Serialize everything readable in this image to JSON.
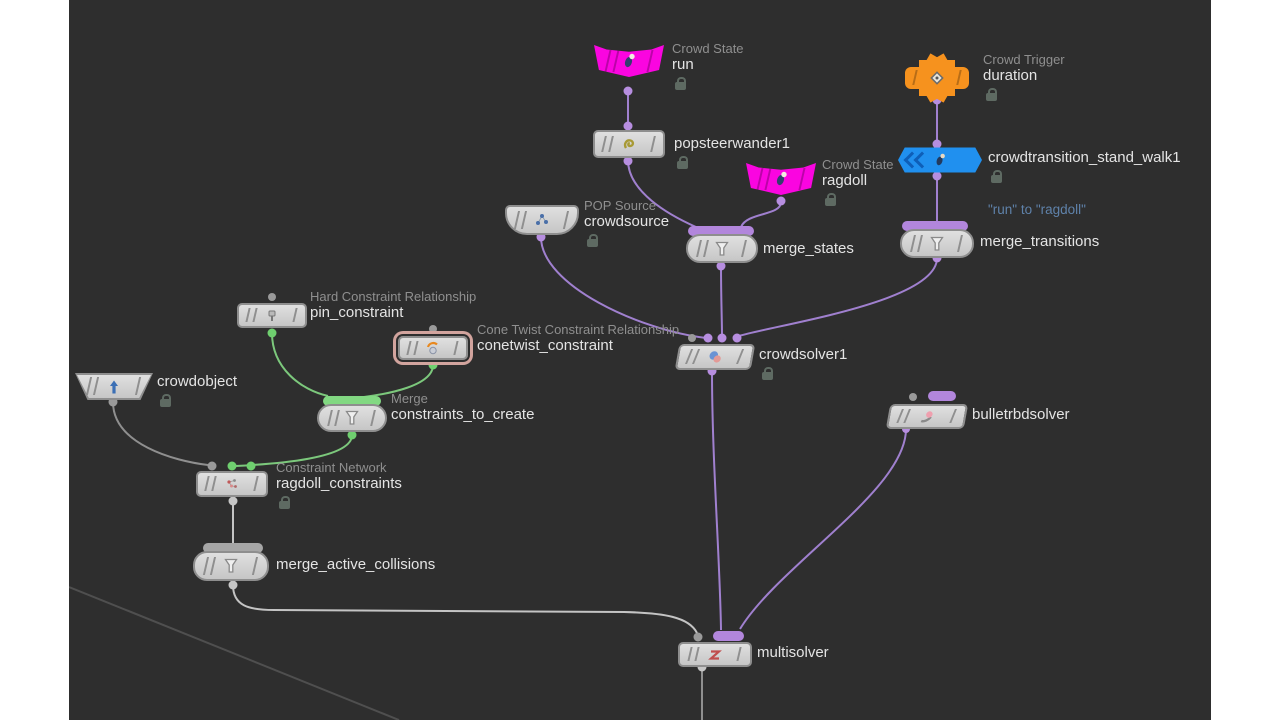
{
  "editor": {
    "kind": "node-network-editor",
    "background": "#2e2e2e",
    "page_background": "#ffffff"
  },
  "colors": {
    "wire_purple": "#a080cf",
    "wire_green": "#7cc87c",
    "wire_gray": "#8f8f8f",
    "wire_light": "#c4c4c4",
    "wire_faint": "#4f4f4f",
    "dot_purple": "#b78ee0",
    "dot_green": "#6fcf6f",
    "dot_gray": "#9a9a9a",
    "node_body_gray": "#d2d2d2",
    "crowd_state_magenta": "#fa05e0",
    "crowd_trigger_orange": "#f6921e",
    "crowd_transition_blue": "#2090ef",
    "selection_ring": "#d2a49e",
    "type_label_gray": "#8f8f8f",
    "name_label": "#e4e4e4",
    "comment_blue": "#5f82aa"
  },
  "icons": {
    "run": "running-person-icon",
    "ragdoll": "running-person-icon",
    "duration": "trigger-diamond-icon",
    "crowdtransition": "transition-person-icon",
    "popsteerwander1": "wander-swirl-icon",
    "crowdsource": "source-points-icon",
    "merge": "funnel-icon",
    "crowdsolver1": "crowd-solver-icon",
    "pin_constraint": "pin-icon",
    "conetwist_constraint": "cone-twist-icon",
    "crowdobject": "agent-arrow-icon",
    "ragdoll_constraints": "constraint-network-icon",
    "bulletrbdsolver": "bullet-rbd-icon",
    "multisolver": "multisolver-z-icon"
  },
  "nodes": {
    "run": {
      "type_label": "Crowd State",
      "name": "run",
      "locked": true
    },
    "popsteerwander1": {
      "name": "popsteerwander1",
      "locked": true
    },
    "ragdoll": {
      "type_label": "Crowd State",
      "name": "ragdoll",
      "locked": true
    },
    "duration": {
      "type_label": "Crowd Trigger",
      "name": "duration",
      "locked": true
    },
    "crowdtransition_stand_walk1": {
      "name": "crowdtransition_stand_walk1",
      "comment": "\"run\" to \"ragdoll\"",
      "locked": true
    },
    "crowdsource": {
      "type_label": "POP Source",
      "name": "crowdsource",
      "locked": true
    },
    "merge_states": {
      "name": "merge_states"
    },
    "merge_transitions": {
      "name": "merge_transitions"
    },
    "crowdsolver1": {
      "name": "crowdsolver1",
      "locked": true
    },
    "pin_constraint": {
      "type_label": "Hard Constraint Relationship",
      "name": "pin_constraint"
    },
    "conetwist_constraint": {
      "type_label": "Cone Twist Constraint Relationship",
      "name": "conetwist_constraint",
      "selected": true
    },
    "crowdobject": {
      "name": "crowdobject",
      "locked": true
    },
    "constraints_to_create": {
      "type_label": "Merge",
      "name": "constraints_to_create"
    },
    "ragdoll_constraints": {
      "type_label": "Constraint Network",
      "name": "ragdoll_constraints",
      "locked": true
    },
    "merge_active_collisions": {
      "name": "merge_active_collisions"
    },
    "bulletrbdsolver": {
      "name": "bulletrbdsolver"
    },
    "multisolver": {
      "name": "multisolver"
    }
  }
}
